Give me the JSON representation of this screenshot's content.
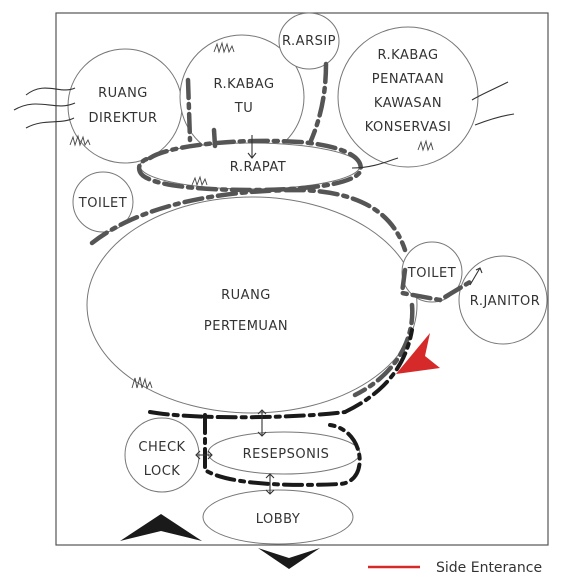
{
  "rooms": {
    "ruang_direktur": [
      "RUANG",
      "DIREKTUR"
    ],
    "r_kabag_tu": [
      "R.KABAG",
      "TU"
    ],
    "r_arsip": "R.ARSIP",
    "r_kabag_penataan": [
      "R.KABAG",
      "PENATAAN",
      "KAWASAN",
      "KONSERVASI"
    ],
    "r_rapat": "R.RAPAT",
    "toilet_left": "TOILET",
    "ruang_pertemuan": [
      "RUANG",
      "PERTEMUAN"
    ],
    "toilet_right": "TOILET",
    "r_janitor": "R.JANITOR",
    "check_lock": [
      "CHECK",
      "LOCK"
    ],
    "resepsonis": "RESEPSONIS",
    "lobby": "LOBBY"
  },
  "legend": {
    "side_entrance_label": "Side Enterance",
    "side_entrance_color": "#d62a2a"
  },
  "colors": {
    "main_entrance": "#1a1a1a",
    "side_entrance": "#d62a2a",
    "route_dark": "#1a1a1a",
    "route_gray": "#555555"
  }
}
